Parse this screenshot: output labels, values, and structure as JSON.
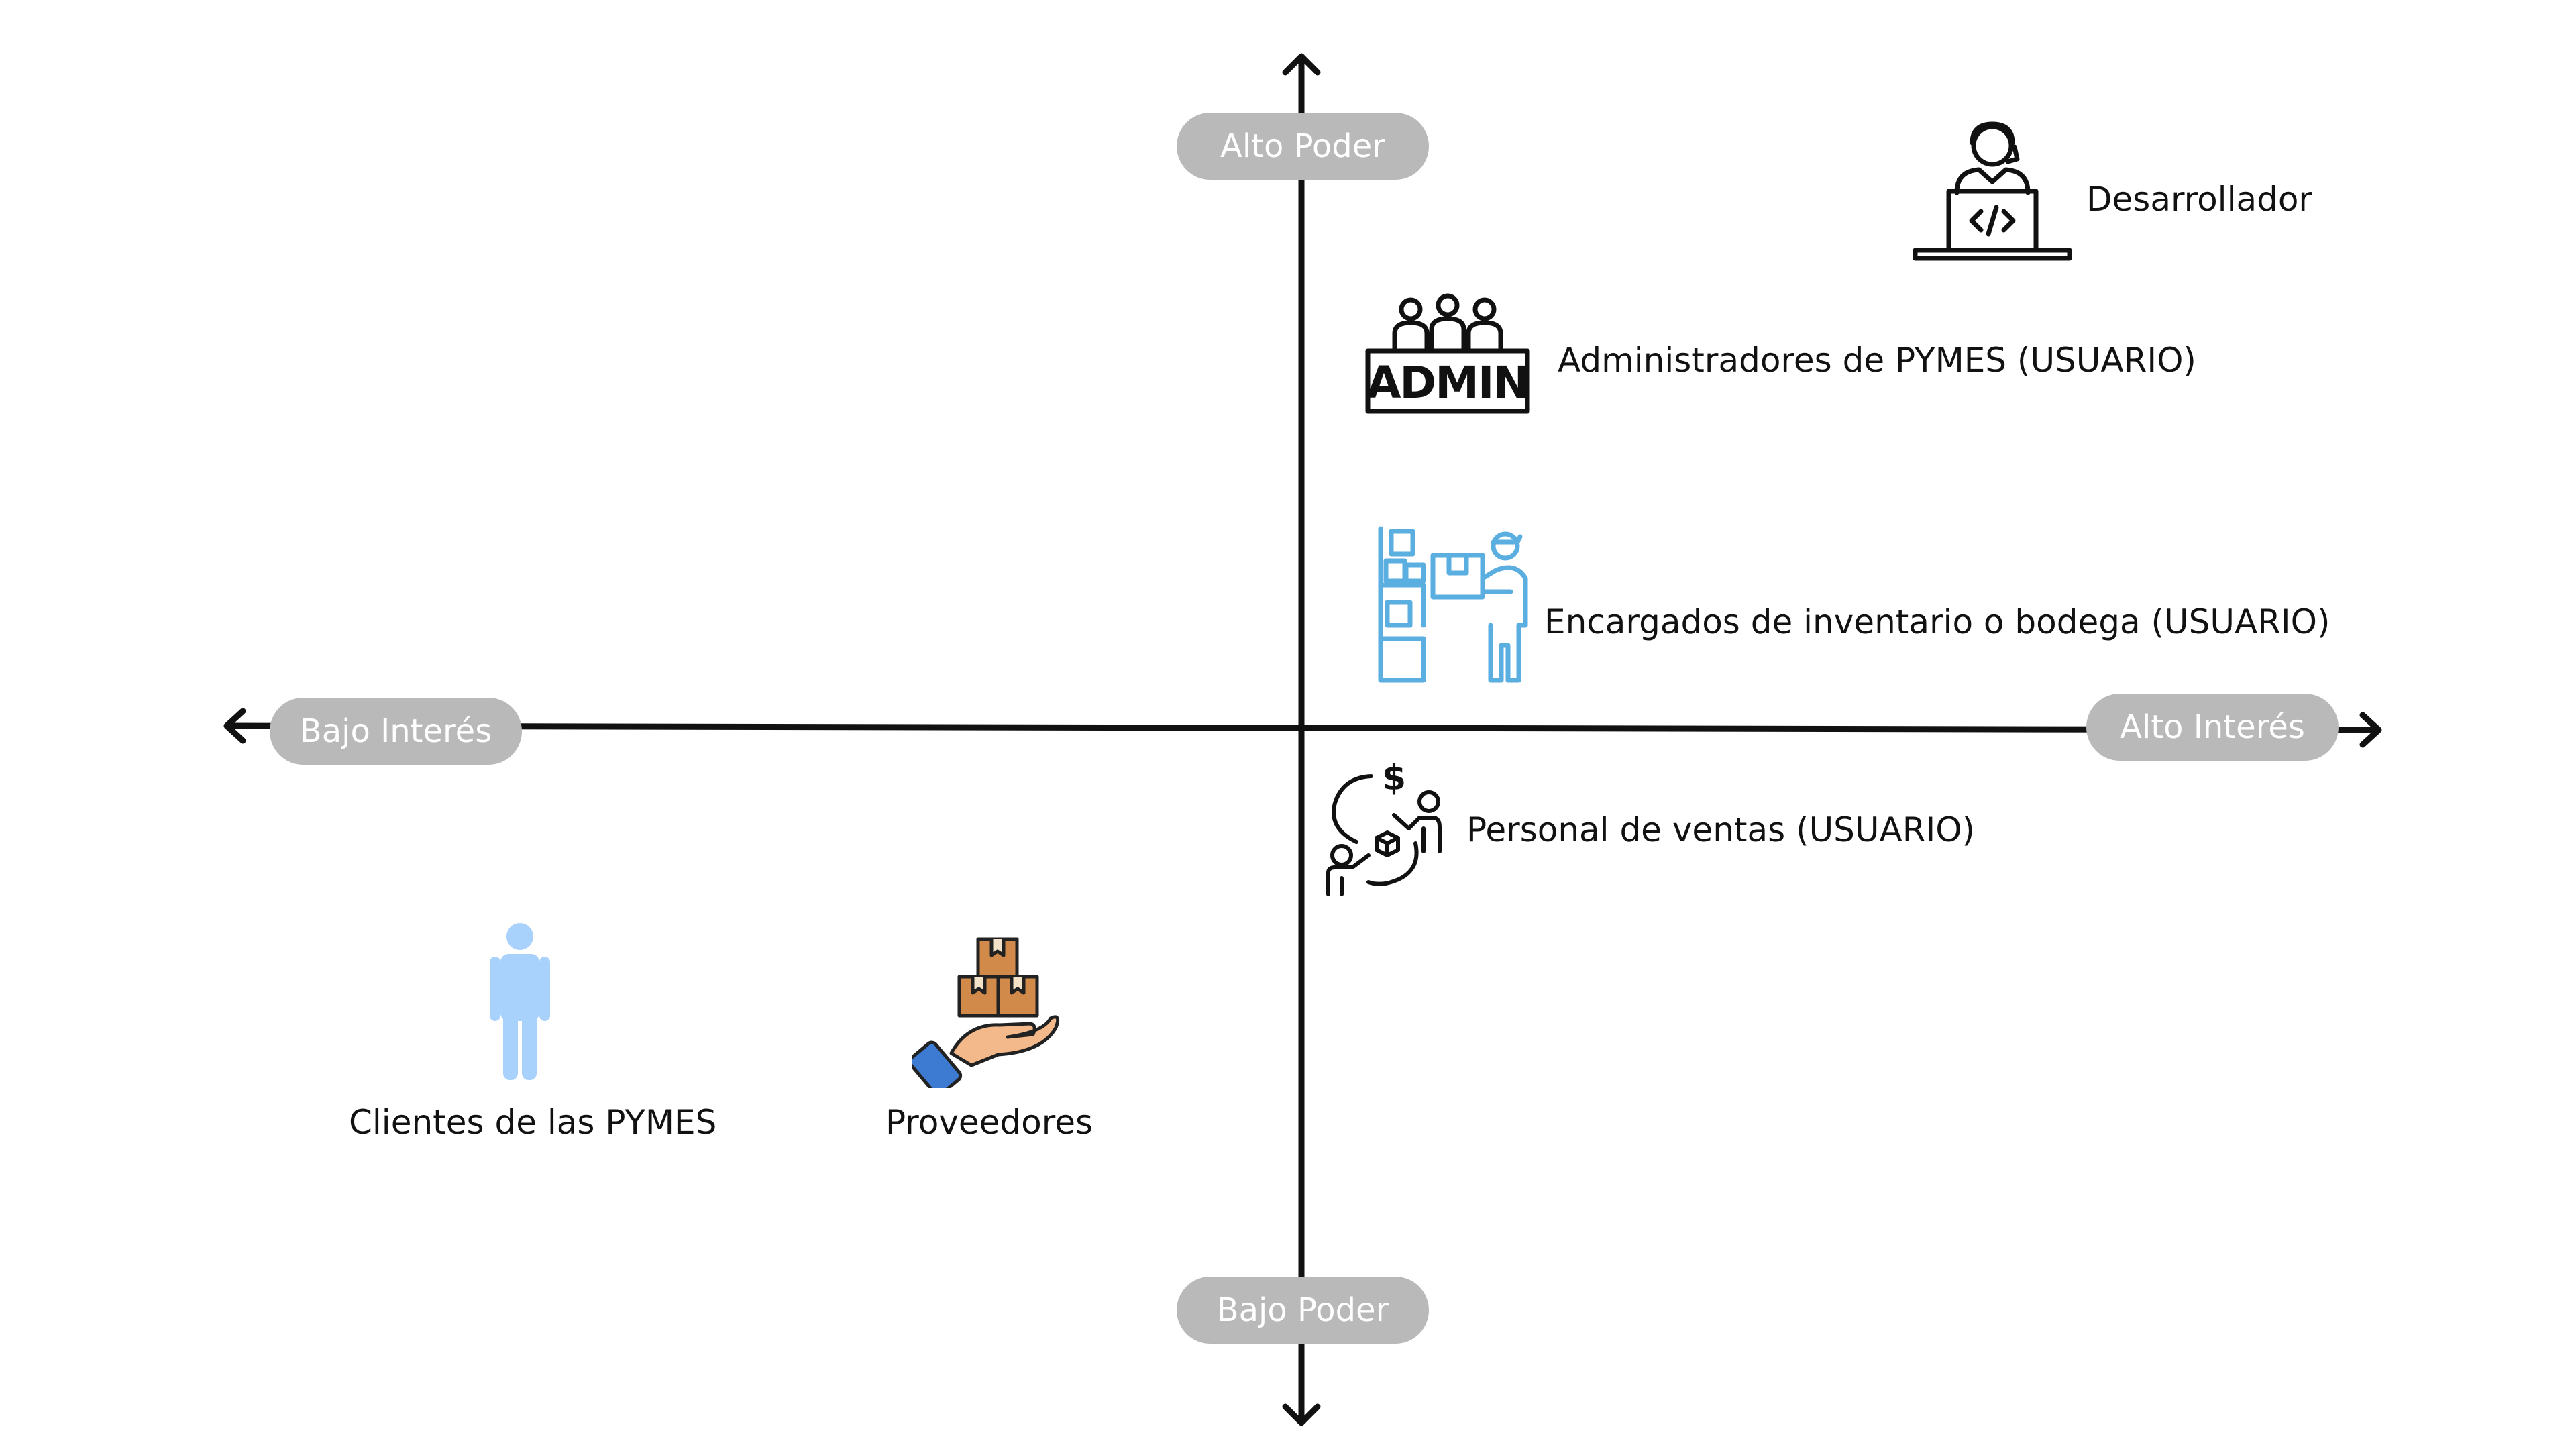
{
  "axes": {
    "top_label": "Alto Poder",
    "bottom_label": "Bajo Poder",
    "left_label": "Bajo Interés",
    "right_label": "Alto Interés"
  },
  "stakeholders": [
    {
      "label": "Desarrollador",
      "icon": "developer-laptop-icon"
    },
    {
      "label": "Administradores de PYMES (USUARIO)",
      "icon": "admin-group-icon"
    },
    {
      "label": "Encargados de inventario o bodega (USUARIO)",
      "icon": "warehouse-worker-icon"
    },
    {
      "label": "Personal de ventas (USUARIO)",
      "icon": "sales-exchange-icon"
    },
    {
      "label": "Clientes de las PYMES",
      "icon": "person-icon"
    },
    {
      "label": "Proveedores",
      "icon": "boxes-hand-icon"
    }
  ],
  "colors": {
    "axis": "#111111",
    "pill_background": "#b9b9b9",
    "pill_text": "#ffffff",
    "inventory_icon": "#5aaee0",
    "client_icon": "#a8d1fb",
    "box": "#d28a4a",
    "hand": "#f4b98a",
    "cuff": "#3c7bd1"
  }
}
